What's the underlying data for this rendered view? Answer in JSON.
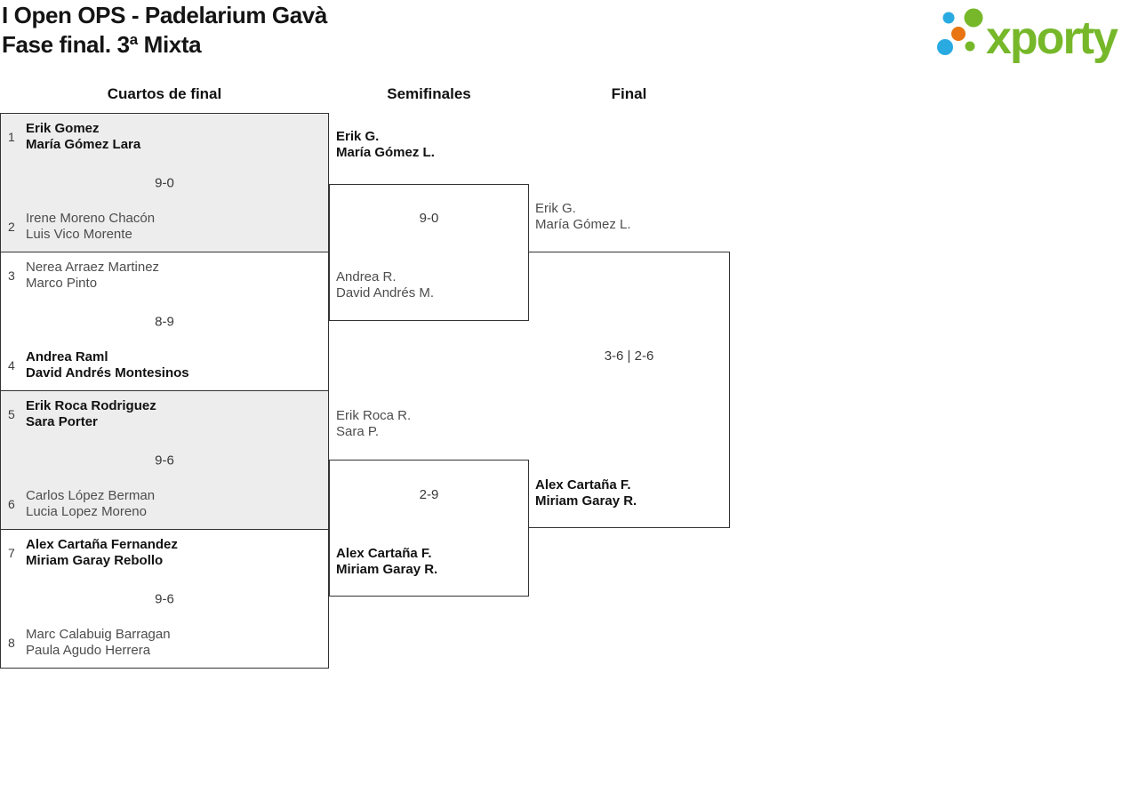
{
  "header": {
    "title_line1": "I Open OPS - Padelarium Gavà",
    "title_line2": "Fase final. 3ª Mixta"
  },
  "logo": {
    "text": "xporty",
    "colors": {
      "green": "#76b82a",
      "blue": "#29abe2",
      "orange": "#e87511"
    }
  },
  "rounds": [
    {
      "label": "Cuartos de final"
    },
    {
      "label": "Semifinales"
    },
    {
      "label": "Final"
    }
  ],
  "bracket": {
    "quarterfinals": [
      {
        "seed_top": "1",
        "team_top": [
          "Erik Gomez",
          "María Gómez Lara"
        ],
        "score": "9-0",
        "seed_bottom": "2",
        "team_bottom": [
          "Irene Moreno Chacón",
          "Luis Vico Morente"
        ],
        "winner": "top"
      },
      {
        "seed_top": "3",
        "team_top": [
          "Nerea Arraez Martinez",
          "Marco Pinto"
        ],
        "score": "8-9",
        "seed_bottom": "4",
        "team_bottom": [
          "Andrea Raml",
          "David Andrés Montesinos"
        ],
        "winner": "bottom"
      },
      {
        "seed_top": "5",
        "team_top": [
          "Erik Roca Rodriguez",
          "Sara Porter"
        ],
        "score": "9-6",
        "seed_bottom": "6",
        "team_bottom": [
          "Carlos López Berman",
          "Lucia Lopez Moreno"
        ],
        "winner": "top"
      },
      {
        "seed_top": "7",
        "team_top": [
          "Alex Cartaña Fernandez",
          "Miriam Garay Rebollo"
        ],
        "score": "9-6",
        "seed_bottom": "8",
        "team_bottom": [
          "Marc Calabuig Barragan",
          "Paula Agudo Herrera"
        ],
        "winner": "top"
      }
    ],
    "semifinals": [
      {
        "team_top": [
          "Erik G.",
          "María Gómez L."
        ],
        "score": "9-0",
        "team_bottom": [
          "Andrea R.",
          "David Andrés M."
        ],
        "winner": "top"
      },
      {
        "team_top": [
          "Erik Roca R.",
          "Sara P."
        ],
        "score": "2-9",
        "team_bottom": [
          "Alex Cartaña F.",
          "Miriam Garay R."
        ],
        "winner": "bottom"
      }
    ],
    "final": {
      "team_top": [
        "Erik G.",
        "María Gómez L."
      ],
      "score": "3-6 | 2-6",
      "team_bottom": [
        "Alex Cartaña F.",
        "Miriam Garay R."
      ],
      "winner": "bottom"
    }
  }
}
